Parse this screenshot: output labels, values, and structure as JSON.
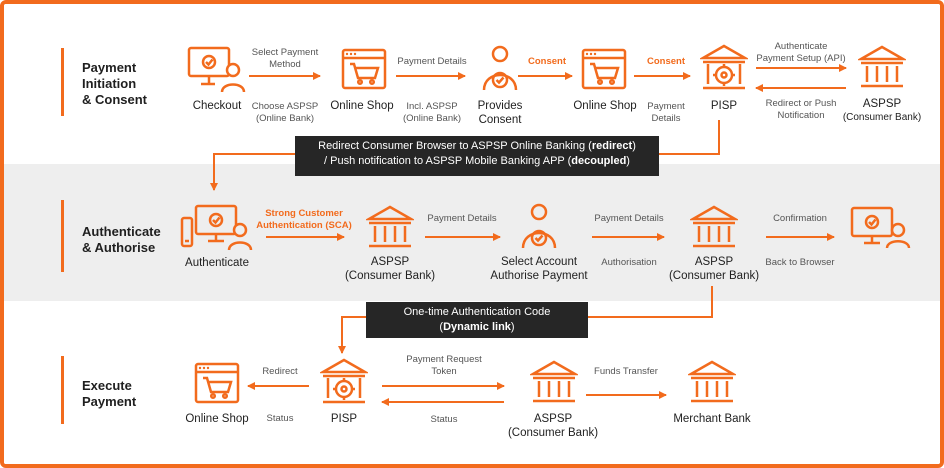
{
  "accent": "#f26b1d",
  "stages": [
    {
      "line1": "Payment",
      "line2": "Initiation",
      "line3": "& Consent"
    },
    {
      "line1": "Authenticate",
      "line2": "& Authorise"
    },
    {
      "line1": "Execute",
      "line2": "Payment"
    }
  ],
  "row1": {
    "nodes": {
      "checkout": "Checkout",
      "online_shop_a": "Online Shop",
      "provides_consent_1": "Provides",
      "provides_consent_2": "Consent",
      "online_shop_b": "Online Shop",
      "pisp": "PISP",
      "aspsp_1": "ASPSP",
      "aspsp_2": "(Consumer Bank)"
    },
    "notes": {
      "select_payment_1": "Select Payment",
      "select_payment_2": "Method",
      "choose_aspsp_1": "Choose ASPSP",
      "choose_aspsp_2": "(Online Bank)",
      "payment_details": "Payment Details",
      "incl_aspsp_1": "Incl. ASPSP",
      "incl_aspsp_2": "(Online Bank)",
      "consent_a": "Consent",
      "consent_b": "Consent",
      "payment_details_b1": "Payment",
      "payment_details_b2": "Details",
      "auth_setup_1": "Authenticate",
      "auth_setup_2": "Payment Setup (API)",
      "redirect_push_1": "Redirect or Push",
      "redirect_push_2": "Notification"
    }
  },
  "banner1": {
    "line1_pre": "Redirect Consumer Browser to ASPSP Online Banking (",
    "line1_bold": "redirect",
    "line1_post": ")",
    "line2_pre": "/ Push notification to ASPSP Mobile Banking APP (",
    "line2_bold": "decoupled",
    "line2_post": ")"
  },
  "row2": {
    "nodes": {
      "authenticate": "Authenticate",
      "aspsp_a1": "ASPSP",
      "aspsp_a2": "(Consumer Bank)",
      "select_account_1": "Select Account",
      "select_account_2": "Authorise Payment",
      "aspsp_b1": "ASPSP",
      "aspsp_b2": "(Consumer Bank)"
    },
    "notes": {
      "sca_1": "Strong Customer",
      "sca_2": "Authentication (SCA)",
      "payment_details_a": "Payment Details",
      "payment_details_b": "Payment Details",
      "authorisation": "Authorisation",
      "confirmation": "Confirmation",
      "back_to_browser": "Back to Browser"
    }
  },
  "banner2": {
    "line1": "One-time Authentication Code",
    "line2_pre": "(",
    "line2_bold": "Dynamic link",
    "line2_post": ")"
  },
  "row3": {
    "nodes": {
      "online_shop": "Online Shop",
      "pisp": "PISP",
      "aspsp_1": "ASPSP",
      "aspsp_2": "(Consumer Bank)",
      "merchant_bank": "Merchant Bank"
    },
    "notes": {
      "redirect": "Redirect",
      "status_a": "Status",
      "payment_request_1": "Payment Request",
      "payment_request_2": "Token",
      "status_b": "Status",
      "funds_transfer": "Funds Transfer"
    }
  },
  "icons": [
    "person-monitor-icon",
    "shopping-cart-icon",
    "person-check-icon",
    "bank-icon",
    "bank-gear-icon",
    "person-devices-icon",
    "monitor-check-icon"
  ]
}
